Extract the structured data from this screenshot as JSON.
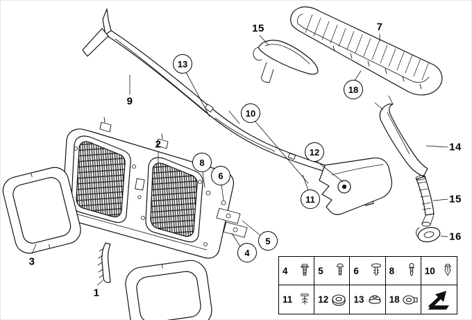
{
  "page": {
    "background": "#ffffff",
    "line_color": "#111111",
    "description": "Exploded technical parts diagram: front grille, cowl covers and trim with numbered callouts and fastener legend"
  },
  "callouts": {
    "c15_top": {
      "label": "15",
      "style": "plain"
    },
    "c7": {
      "label": "7",
      "style": "plain"
    },
    "c13": {
      "label": "13",
      "style": "circled"
    },
    "c18": {
      "label": "18",
      "style": "circled"
    },
    "c9": {
      "label": "9",
      "style": "plain"
    },
    "c10": {
      "label": "10",
      "style": "circled"
    },
    "c2": {
      "label": "2",
      "style": "plain"
    },
    "c12": {
      "label": "12",
      "style": "circled"
    },
    "c8": {
      "label": "8",
      "style": "circled"
    },
    "c14": {
      "label": "14",
      "style": "plain"
    },
    "c6": {
      "label": "6",
      "style": "circled"
    },
    "c11": {
      "label": "11",
      "style": "circled"
    },
    "c15_right": {
      "label": "15",
      "style": "plain"
    },
    "c16": {
      "label": "16",
      "style": "plain"
    },
    "c5": {
      "label": "5",
      "style": "circled"
    },
    "c4": {
      "label": "4",
      "style": "circled"
    },
    "c3": {
      "label": "3",
      "style": "plain"
    },
    "c1": {
      "label": "1",
      "style": "plain"
    }
  },
  "legend": {
    "row1": [
      {
        "num": "4",
        "icon": "hex-head-screw"
      },
      {
        "num": "5",
        "icon": "pan-head-screw"
      },
      {
        "num": "6",
        "icon": "push-rivet"
      },
      {
        "num": "8",
        "icon": "round-head-screw"
      },
      {
        "num": "10",
        "icon": "expansion-clip"
      }
    ],
    "row2": [
      {
        "num": "11",
        "icon": "push-clip"
      },
      {
        "num": "12",
        "icon": "washer"
      },
      {
        "num": "13",
        "icon": "grommet"
      },
      {
        "num": "18",
        "icon": "clamp-nut"
      }
    ],
    "direction_arrow": "forward-direction-arrow"
  }
}
